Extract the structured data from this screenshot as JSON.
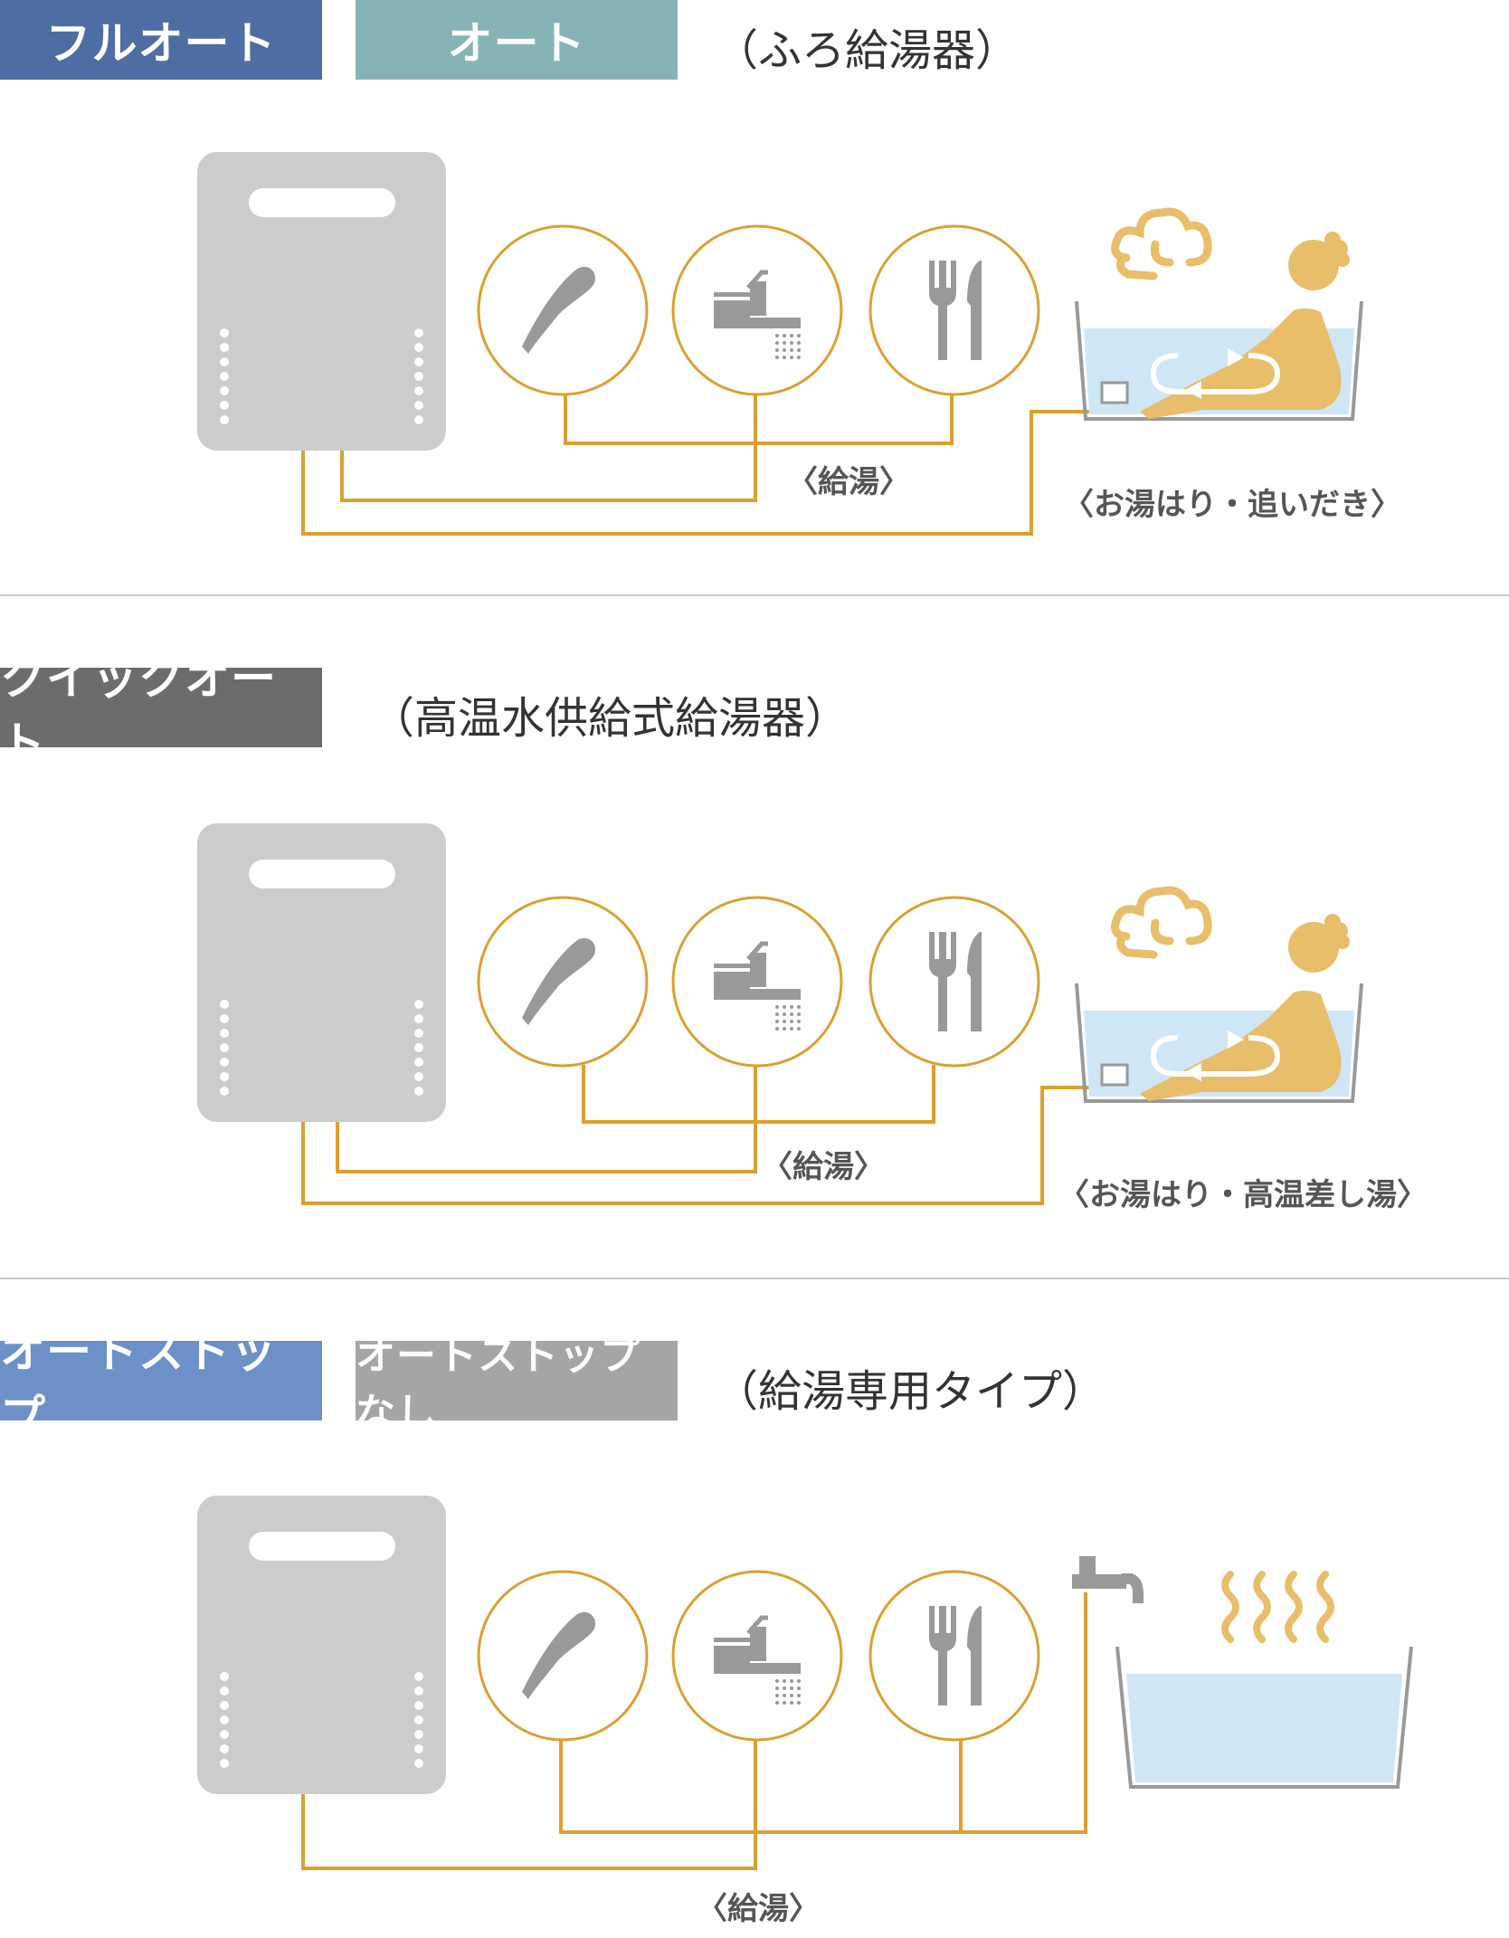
{
  "colors": {
    "fullauto": "#4e6da3",
    "auto": "#86b3b6",
    "quickauto": "#6c6c6c",
    "autostop": "#6c90c8",
    "no_autostop": "#a5a5a5",
    "pipe": "#dba030",
    "appliance": "#cccccc",
    "water": "#cfe6f7",
    "icon_gray": "#999999"
  },
  "icons": [
    "water-heater-unit",
    "shower-icon",
    "faucet-icon",
    "fork-knife-icon",
    "bathtub-icon",
    "person-icon",
    "steam-cloud-icon",
    "steam-wave-icon",
    "tap-icon"
  ],
  "section1": {
    "badges": [
      "フルオート",
      "オート"
    ],
    "heading": "（ふろ給湯器）",
    "label_supply": "〈給湯〉",
    "label_bath": "〈お湯はり・追いだき〉"
  },
  "section2": {
    "badges": [
      "クイックオート"
    ],
    "heading": "（高温水供給式給湯器）",
    "label_supply": "〈給湯〉",
    "label_bath": "〈お湯はり・高温差し湯〉"
  },
  "section3": {
    "badges": [
      "オートストップ",
      "オートストップなし"
    ],
    "heading": "（給湯専用タイプ）",
    "label_supply": "〈給湯〉"
  }
}
